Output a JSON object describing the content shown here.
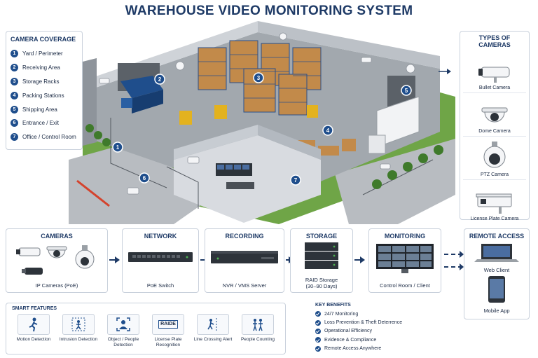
{
  "title": "WAREHOUSE VIDEO MONITORING SYSTEM",
  "coverage": {
    "heading": "CAMERA COVERAGE",
    "items": [
      {
        "n": "1",
        "label": "Yard / Perimeter"
      },
      {
        "n": "2",
        "label": "Receiving Area"
      },
      {
        "n": "3",
        "label": "Storage Racks"
      },
      {
        "n": "4",
        "label": "Packing Stations"
      },
      {
        "n": "5",
        "label": "Shipping Area"
      },
      {
        "n": "6",
        "label": "Entrance / Exit"
      },
      {
        "n": "7",
        "label": "Office / Control Room"
      }
    ]
  },
  "camera_types": {
    "heading": "TYPES OF CAMERAS",
    "items": [
      {
        "label": "Bullet Camera",
        "icon": "bullet-camera-icon"
      },
      {
        "label": "Dome Camera",
        "icon": "dome-camera-icon"
      },
      {
        "label": "PTZ Camera",
        "icon": "ptz-camera-icon"
      },
      {
        "label": "License Plate Camera",
        "icon": "license-plate-camera-icon"
      }
    ]
  },
  "pipeline": {
    "cameras": {
      "title": "CAMERAS",
      "caption": "IP Cameras (PoE)"
    },
    "network": {
      "title": "NETWORK",
      "caption": "PoE Switch"
    },
    "recording": {
      "title": "RECORDING",
      "caption": "NVR / VMS Server"
    },
    "storage": {
      "title": "STORAGE",
      "caption1": "RAID Storage",
      "caption2": "(30–90 Days)"
    },
    "monitoring": {
      "title": "MONITORING",
      "caption": "Control Room / Client"
    },
    "remote": {
      "title": "REMOTE ACCESS",
      "web": "Web Client",
      "mobile": "Mobile App"
    }
  },
  "smart": {
    "heading": "SMART FEATURES",
    "items": [
      {
        "label": "Motion Detection",
        "icon": "motion-detection-icon"
      },
      {
        "label": "Intrusion Detection",
        "icon": "intrusion-detection-icon"
      },
      {
        "label": "Object / People Detection",
        "icon": "object-detection-icon"
      },
      {
        "label": "License Plate Recognition",
        "icon": "license-plate-recognition-icon",
        "badge": "RAIDE"
      },
      {
        "label": "Line Crossing Alert",
        "icon": "line-crossing-icon"
      },
      {
        "label": "People Counting",
        "icon": "people-counting-icon"
      }
    ]
  },
  "benefits": {
    "heading": "KEY BENEFITS",
    "items": [
      "24/7 Monitoring",
      "Loss Prevention & Theft Deterrence",
      "Operational Efficiency",
      "Evidence & Compliance",
      "Remote Access Anywhere"
    ]
  },
  "scene_markers": [
    "1",
    "2",
    "3",
    "4",
    "5",
    "6",
    "7"
  ],
  "colors": {
    "accent": "#1f4e8c",
    "title": "#1e3a66",
    "truck": "#1f4e8c",
    "grass": "#5f9a3a",
    "floor": "#9aa0a6"
  }
}
